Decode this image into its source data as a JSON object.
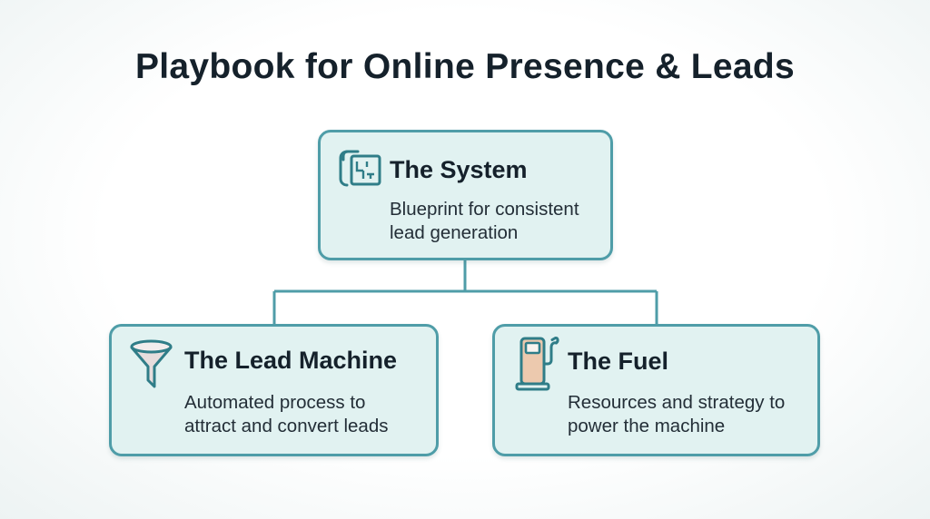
{
  "title": "Playbook for Online Presence & Leads",
  "colors": {
    "accent_teal": "#4f9da8",
    "icon_stroke_teal": "#2f7d88",
    "node_fill": "#e1f2f1",
    "background_edge": "#edf3f3",
    "heading_text": "#15212b",
    "body_text": "#232e37",
    "funnel_fill": "#e7dddd",
    "fuel_pump_fill": "#ecc9ae"
  },
  "nodes": {
    "system": {
      "icon": "blueprint-icon",
      "title": "The System",
      "description": "Blueprint for consistent lead generation"
    },
    "lead_machine": {
      "icon": "funnel-icon",
      "title": "The Lead Machine",
      "description": "Automated process to attract and convert leads"
    },
    "fuel": {
      "icon": "fuel-pump-icon",
      "title": "The Fuel",
      "description": "Resources and strategy to power the machine"
    }
  }
}
